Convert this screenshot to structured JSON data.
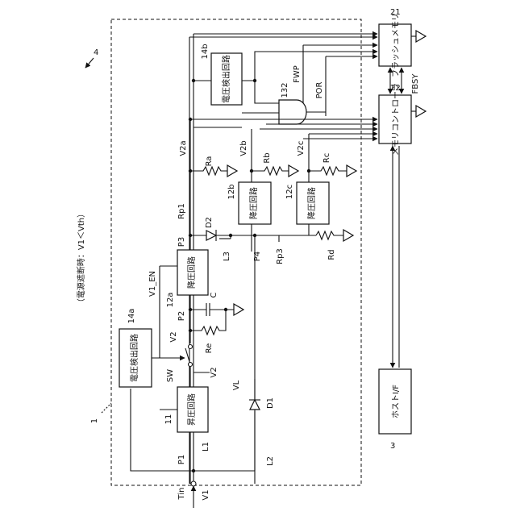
{
  "figure": {
    "ref_number": "4",
    "system_number": "1",
    "condition": "（電源遮断時：V1＜Vth）"
  },
  "blocks": {
    "flash_memory": {
      "ref": "21",
      "label": "フラッシュメモリ"
    },
    "memory_controller": {
      "ref": "22",
      "label": "メモリコントローラ"
    },
    "host_if": {
      "ref": "3",
      "label": "ホストI/F"
    },
    "vdet_b": {
      "ref": "14b",
      "label": "電圧検出回路"
    },
    "vdet_a": {
      "ref": "14a",
      "label": "電圧検出回路"
    },
    "buck_a": {
      "ref": "12a",
      "label": "降圧回路"
    },
    "buck_b": {
      "ref": "12b",
      "label": "降圧回路"
    },
    "buck_c": {
      "ref": "12c",
      "label": "降圧回路"
    },
    "boost": {
      "ref": "11",
      "label": "昇圧回路"
    },
    "and_gate": {
      "ref": "132"
    }
  },
  "labels": {
    "tin": "Tin",
    "v1": "V1",
    "p1": "P1",
    "l1": "L1",
    "l2": "L2",
    "vl": "VL",
    "d1": "D1",
    "sw": "SW",
    "v2_upper": "V2",
    "v2_lower": "V2",
    "re": "Re",
    "p2": "P2",
    "c": "C",
    "v1_en": "V1_EN",
    "p3": "P3",
    "d2": "D2",
    "l3": "L3",
    "rp1": "Rp1",
    "p4": "P4",
    "rp3": "Rp3",
    "rd": "Rd",
    "v2a": "V2a",
    "ra": "Ra",
    "v2b": "V2b",
    "rb": "Rb",
    "v2c": "V2c",
    "rc": "Rc",
    "fwp": "FWP",
    "por": "POR",
    "fbsy": "FBSY"
  }
}
